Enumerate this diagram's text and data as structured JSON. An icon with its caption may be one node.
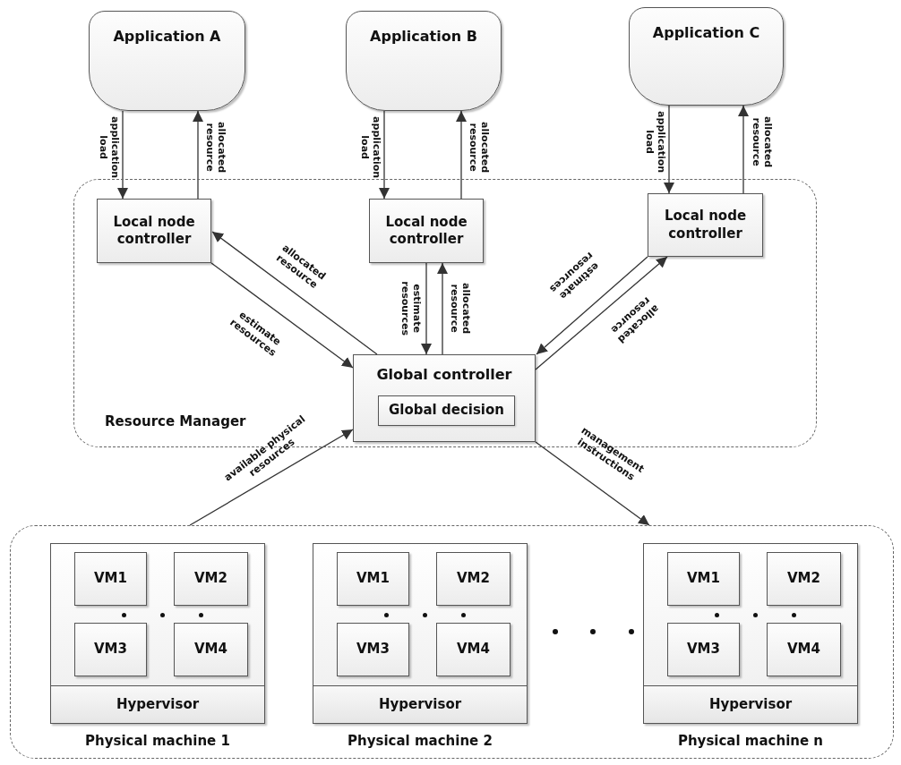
{
  "diagram": {
    "nodes": [
      {
        "text": [
          "Application A"
        ]
      },
      {
        "text": [
          "Application B"
        ]
      },
      {
        "text": [
          "Application C"
        ]
      },
      {
        "text": [
          "Resource Manager"
        ]
      },
      {
        "text": [
          "Local node controller"
        ],
        "in": 3
      },
      {
        "text": [
          "Local node controller"
        ],
        "in": 3
      },
      {
        "text": [
          "Local node controller"
        ],
        "in": 3
      },
      {
        "text": [
          "Global controller"
        ],
        "in": 3
      },
      {
        "text": [
          "Global decision"
        ],
        "in": 7
      },
      {
        "text": [],
        "shape": "box"
      },
      {
        "text": [
          "Physical machine 1"
        ],
        "in": 9
      },
      {
        "text": [
          "VM1"
        ],
        "in": 10
      },
      {
        "text": [
          "VM2"
        ],
        "in": 10
      },
      {
        "text": [
          "VM3"
        ],
        "in": 10
      },
      {
        "text": [
          "VM4"
        ],
        "in": 10
      },
      {
        "text": [
          "Hypervisor"
        ],
        "in": 10
      },
      {
        "text": [
          "Physical machine 2"
        ],
        "in": 9
      },
      {
        "text": [
          "VM1"
        ],
        "in": 16
      },
      {
        "text": [
          "VM2"
        ],
        "in": 16
      },
      {
        "text": [
          "VM3"
        ],
        "in": 16
      },
      {
        "text": [
          "VM4"
        ],
        "in": 16
      },
      {
        "text": [
          "Hypervisor"
        ],
        "in": 16
      },
      {
        "text": [
          "Physical machine n"
        ],
        "in": 9
      },
      {
        "text": [
          "VM1"
        ],
        "in": 22
      },
      {
        "text": [
          "VM2"
        ],
        "in": 22
      },
      {
        "text": [
          "VM3"
        ],
        "in": 22
      },
      {
        "text": [
          "VM4"
        ],
        "in": 22
      },
      {
        "text": [
          "Hypervisor"
        ],
        "in": 22
      }
    ],
    "edges": [
      {
        "from": 0,
        "to": 4,
        "arrow": "to",
        "label": "application load"
      },
      {
        "from": 4,
        "to": 0,
        "arrow": "to",
        "label": "allocated resource"
      },
      {
        "from": 1,
        "to": 5,
        "arrow": "to",
        "label": "application load"
      },
      {
        "from": 5,
        "to": 1,
        "arrow": "to",
        "label": "allocated resource"
      },
      {
        "from": 2,
        "to": 6,
        "arrow": "to",
        "label": "application load"
      },
      {
        "from": 6,
        "to": 2,
        "arrow": "to",
        "label": "allocated resource"
      },
      {
        "from": 7,
        "to": 4,
        "arrow": "to",
        "label": "allocated resource"
      },
      {
        "from": 4,
        "to": 7,
        "arrow": "to",
        "label": "estimate resources"
      },
      {
        "from": 5,
        "to": 7,
        "arrow": "to",
        "label": "estimate resources"
      },
      {
        "from": 7,
        "to": 5,
        "arrow": "to",
        "label": "allocated resource"
      },
      {
        "from": 6,
        "to": 7,
        "arrow": "to",
        "label": "estimate resources"
      },
      {
        "from": 7,
        "to": 6,
        "arrow": "to",
        "label": "allocated resource"
      },
      {
        "from": 9,
        "to": 7,
        "arrow": "to",
        "label": "available physical resources"
      },
      {
        "from": 7,
        "to": 9,
        "arrow": "to",
        "label": "management instructions"
      }
    ]
  }
}
